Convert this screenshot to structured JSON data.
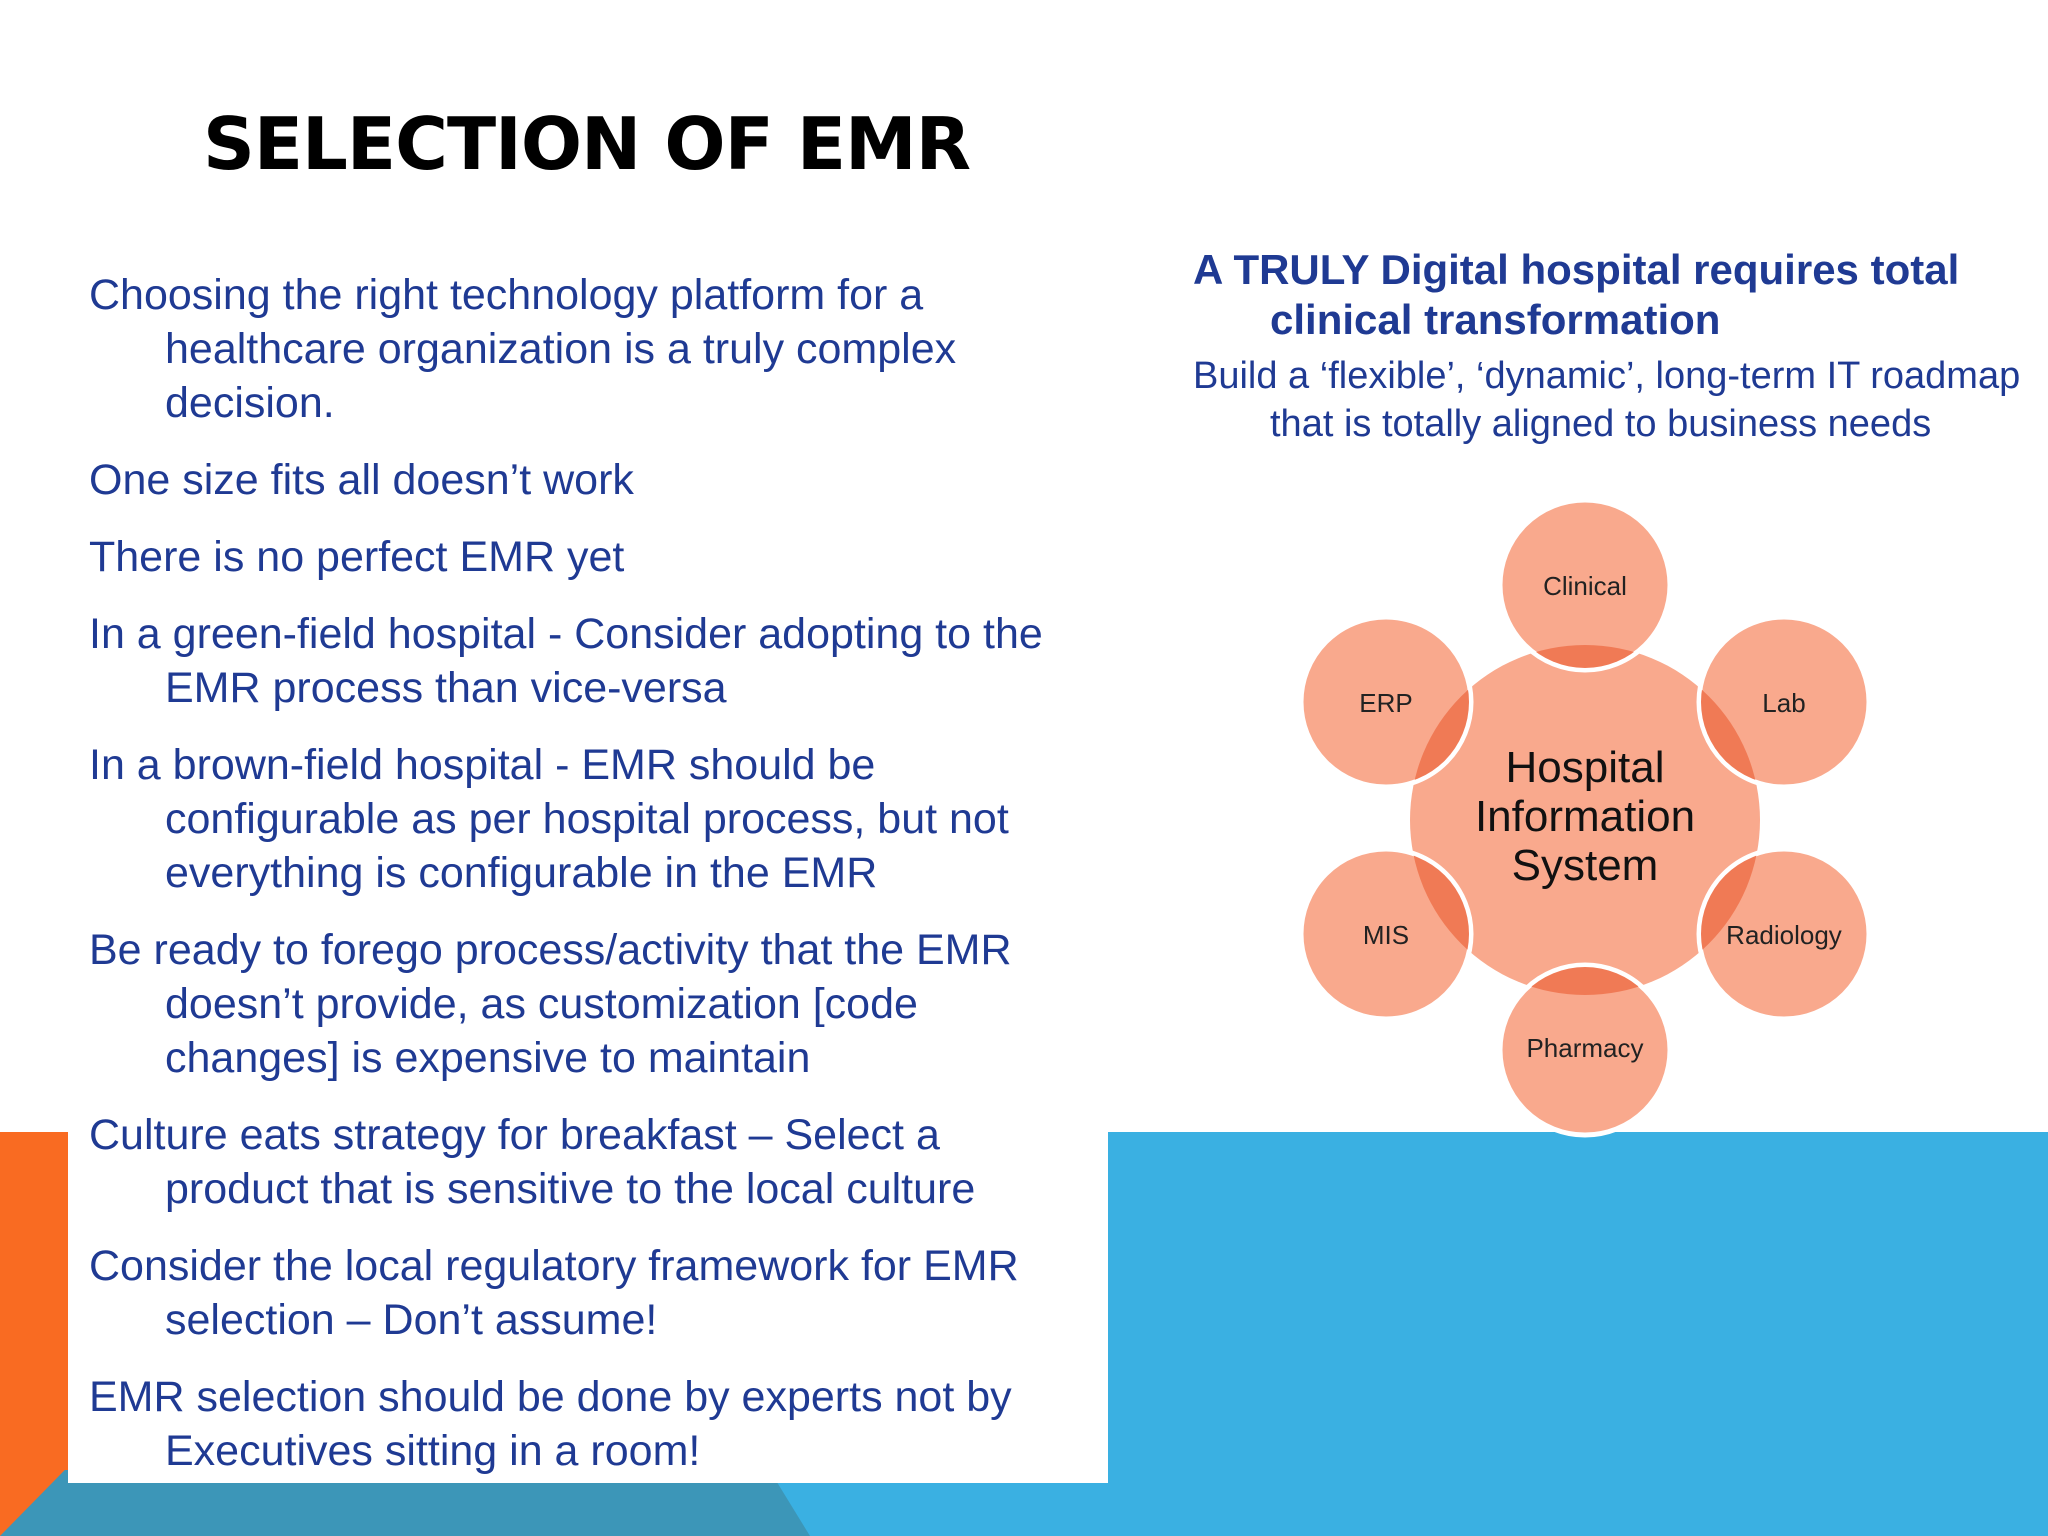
{
  "slide": {
    "title": "SELECTION OF EMR"
  },
  "left": {
    "bullets": [
      "Choosing the right technology platform for a healthcare organization is a truly complex decision.",
      "One size fits all doesn’t work",
      "There is no perfect EMR yet",
      "In a green-field hospital - Consider adopting to the EMR process than vice-versa",
      "In a brown-field hospital - EMR should be configurable as per hospital process, but not everything is configurable in the EMR",
      "Be ready to forego process/activity that the EMR doesn’t provide, as customization [code changes] is expensive to maintain",
      "Culture eats strategy for breakfast – Select a product that is sensitive to the local culture",
      "Consider the local regulatory framework for EMR selection – Don’t assume!",
      "EMR selection should be done by experts not by Executives sitting in a room!"
    ]
  },
  "right": {
    "heading": "A TRULY Digital hospital requires total clinical transformation",
    "body": "Build a ‘flexible’, ‘dynamic’,  long-term IT roadmap that is totally aligned to business needs"
  },
  "diagram": {
    "center_lines": [
      "Hospital",
      "Information",
      "System"
    ],
    "nodes": [
      "Clinical",
      "Lab",
      "Radiology",
      "Pharmacy",
      "MIS",
      "ERP"
    ],
    "colors": {
      "fill": "#f9a98d",
      "overlap": "#f07a55",
      "stroke": "#ffffff"
    }
  }
}
